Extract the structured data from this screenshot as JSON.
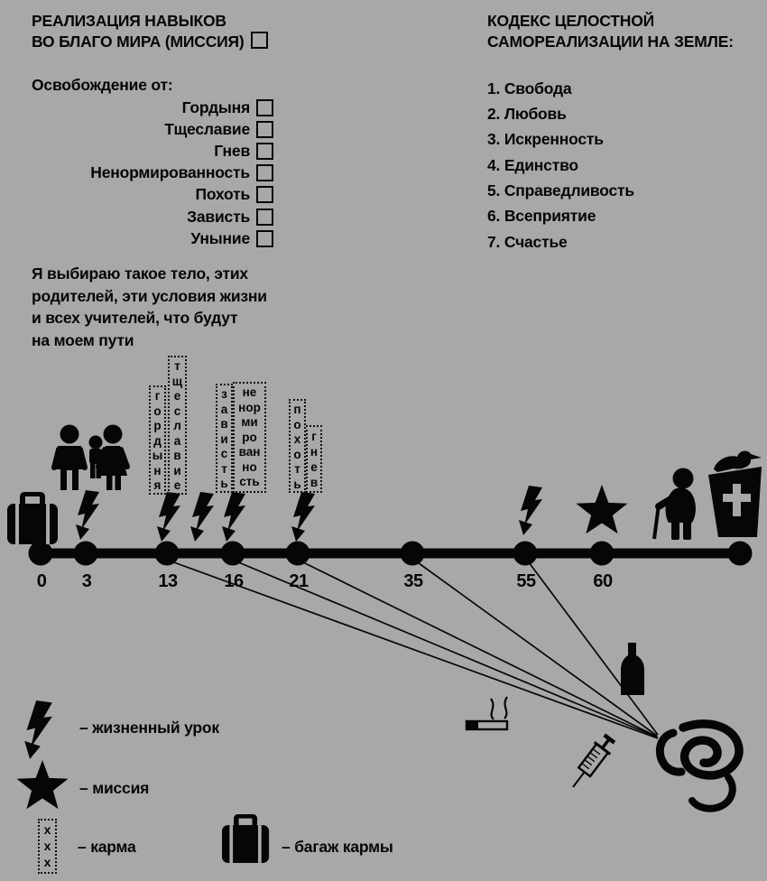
{
  "colors": {
    "background": "#a8a8a8",
    "ink": "#060606"
  },
  "left_panel": {
    "title_line1": "РЕАЛИЗАЦИЯ НАВЫКОВ",
    "title_line2": "ВО БЛАГО МИРА (МИССИЯ)",
    "subtitle": "Освобождение от:",
    "checklist": [
      "Гордыня",
      "Тщеславие",
      "Гнев",
      "Ненормированность",
      "Похоть",
      "Зависть",
      "Уныние"
    ],
    "affirmation": "Я выбираю такое тело, этих\nродителей, эти условия жизни\nи всех учителей, что будут\nна моем пути"
  },
  "right_panel": {
    "title_line1": "КОДЕКС ЦЕЛОСТНОЙ",
    "title_line2": "САМОРЕАЛИЗАЦИИ НА ЗЕМЛЕ:",
    "items": [
      "1. Свобода",
      "2. Любовь",
      "3. Искренность",
      "4. Единство",
      "5. Справедливость",
      "6. Всеприятие",
      "7. Счастье"
    ]
  },
  "timeline": {
    "ages": [
      "0",
      "3",
      "13",
      "16",
      "21",
      "35",
      "55",
      "60"
    ]
  },
  "karma_labels": [
    {
      "name": "гордыня",
      "display": "г\nо\nр\nд\nы\nн\nя"
    },
    {
      "name": "тщеславие",
      "display": "т\nщ\nе\nс\nл\nа\nв\nи\nе"
    },
    {
      "name": "зависть",
      "display": "з\nа\nв\nи\nс\nт\nь"
    },
    {
      "name": "ненормированность",
      "display": "не\nнор\nми\nро\nван\nно\nсть"
    },
    {
      "name": "похоть",
      "display": "п\nо\nх\nо\nт\nь"
    },
    {
      "name": "гнев",
      "display": "г\nн\nе\nв"
    }
  ],
  "legend": [
    {
      "icon": "lightning-icon",
      "label": "– жизненный урок"
    },
    {
      "icon": "star-icon",
      "label": "– миссия"
    },
    {
      "icon": "karma-box-icon",
      "label": "– карма",
      "box_text": "х\nх\nх"
    },
    {
      "icon": "suitcase-icon",
      "label": "– багаж кармы"
    }
  ]
}
